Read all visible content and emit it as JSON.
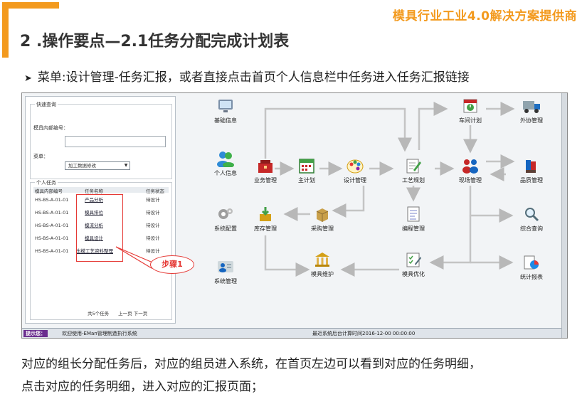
{
  "slide": {
    "brand": "模具行业工业4.0解决方案提供商",
    "title": "2 .操作要点—2.1任务分配完成计划表",
    "bullet": "菜单:设计管理-任务汇报，或者直接点击首页个人信息栏中任务进入任务汇报链接",
    "footer_line1": "对应的组长分配任务后，对应的组员进入系统，在首页左边可以看到对应的任务明细，",
    "footer_line2": "点击对应的任务明细，进入对应的汇报页面；",
    "accent_color": "#f39a1e"
  },
  "quick_search": {
    "title": "快速查询",
    "field_label": "模具内部编号：",
    "field_value": "",
    "menu_label": "菜单：",
    "menu_selected": "加工数据修改"
  },
  "personal_tasks": {
    "title": "个人任务",
    "columns": [
      "模具内部编号",
      "任务名称",
      "任务状态"
    ],
    "rows": [
      {
        "code": "HS-BS-A-01-01",
        "name": "产品分析",
        "status": "待设计"
      },
      {
        "code": "HS-BS-A-01-01",
        "name": "模具排位",
        "status": "待设计"
      },
      {
        "code": "HS-BS-A-01-01",
        "name": "模流分析",
        "status": "待设计"
      },
      {
        "code": "HS-BS-A-01-01",
        "name": "模具设计",
        "status": "待设计"
      },
      {
        "code": "HS-BS-A-01-01",
        "name": "出模工艺资料整理",
        "status": "待设计"
      }
    ],
    "pager": "共5个任务　　上一页 下一页"
  },
  "callout": "步骤1",
  "status_bar": {
    "tip": "提示您：",
    "welcome": "欢迎使用-EMan管理制造执行系统",
    "time": "最近系统后台计算时间2016-12-00 00:00:00"
  },
  "flow_nodes": {
    "basic": "基础信息",
    "personal": "个人信息",
    "sales": "业务管理",
    "master_plan": "主计划",
    "design": "设计管理",
    "process": "工艺规划",
    "workshop_plan": "车间计划",
    "outsourcing": "外协管理",
    "site": "现场管理",
    "quality": "品质管理",
    "system_config": "系统配置",
    "warehouse": "库存管理",
    "purchase": "采购管理",
    "programming": "编程管理",
    "query": "综合查询",
    "system_mgmt": "系统管理",
    "maintenance": "模具维护",
    "optimize": "模具优化",
    "report": "统计报表"
  }
}
